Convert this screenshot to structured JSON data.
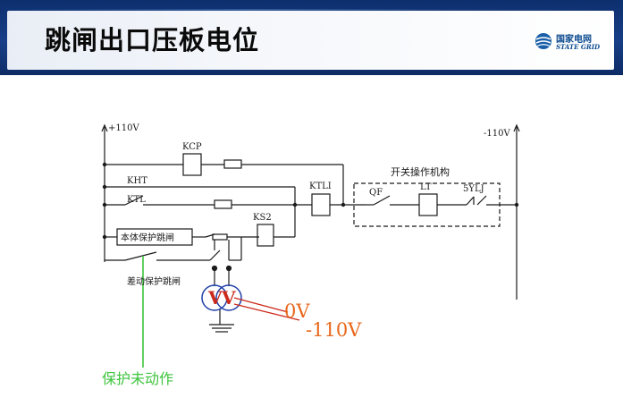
{
  "slide": {
    "title": "跳闸出口压板电位",
    "logo_cn": "国家电网",
    "logo_en": "STATE GRID"
  },
  "diagram": {
    "pos_bus_label": "+110V",
    "neg_bus_label": "-110V",
    "kcp_label": "KCP",
    "kht_label": "KHT",
    "ktl_label": "KTL",
    "ktli_label": "KTLI",
    "ks2_label": "KS2",
    "mechanism_label": "开关操作机构",
    "qf_label": "QF",
    "lt_label": "LT",
    "ylj_label": "5YLJ",
    "body_trip_label": "本体保护跳闸",
    "diff_trip_label": "差动保护跳闸",
    "meter_v1": "V",
    "meter_v2": "V",
    "reading_0v": "0V",
    "reading_neg110": "-110V",
    "not_operated_note": "保护未动作"
  },
  "colors": {
    "wire": "#1a1a1a",
    "annotation_red": "#cc2a1a",
    "annotation_orange": "#e8681c",
    "annotation_green": "#3ec43e",
    "meter_blue": "#1f3fa8"
  }
}
